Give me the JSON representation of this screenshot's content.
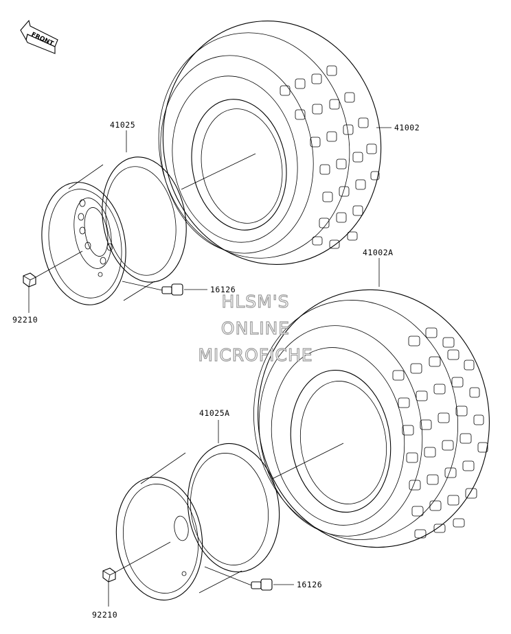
{
  "direction_marker": {
    "label": "FRONT"
  },
  "watermark": {
    "lines": [
      "HLSM'S",
      "ONLINE",
      "MICROFICHE"
    ]
  },
  "callouts": {
    "front_tire": "41002",
    "rear_tire": "41002A",
    "front_wheel": "41025",
    "rear_wheel": "41025A",
    "front_valve": "16126",
    "rear_valve": "16126",
    "front_nut": "92210",
    "rear_nut": "92210"
  }
}
